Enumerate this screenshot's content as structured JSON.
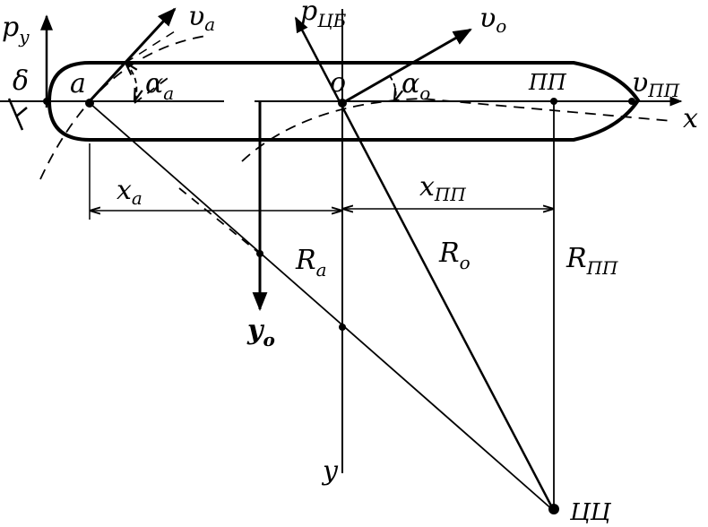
{
  "labels": {
    "p": "p",
    "p_sub": "y",
    "delta": "δ",
    "a": "a",
    "alpha_a": "α",
    "alpha_a_sub": "a",
    "v_a": "υ",
    "v_a_sub": "a",
    "p_cb": "p",
    "p_cb_sub": "ЦБ",
    "v_o": "υ",
    "v_o_sub": "o",
    "o": "o",
    "alpha_o": "α",
    "alpha_o_sub": "o",
    "pp": "ПП",
    "v_pp": "υ",
    "v_pp_sub": "ПП",
    "x_axis": "x",
    "x_a": "x",
    "x_a_sub": "a",
    "x_pp": "x",
    "x_pp_sub": "ПП",
    "r_a": "R",
    "r_a_sub": "a",
    "r_o": "R",
    "r_o_sub": "o",
    "r_pp": "R",
    "r_pp_sub": "ПП",
    "y0": "y",
    "y0_sub": "o",
    "y_axis": "y",
    "cc": "ЦЦ"
  }
}
